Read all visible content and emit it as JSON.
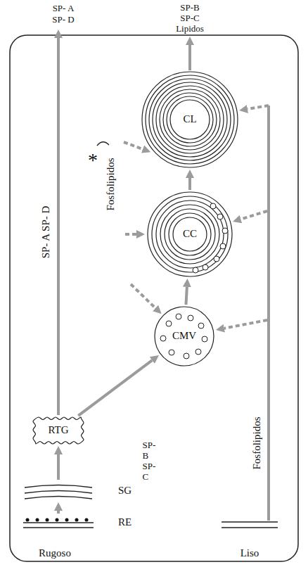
{
  "diagram": {
    "nodes": [
      {
        "text": [
          "CL"
        ]
      },
      {
        "text": [
          "CC"
        ]
      },
      {
        "text": [
          "CMV"
        ]
      },
      {
        "text": [
          "RTG"
        ]
      },
      {
        "text": [
          "SG"
        ]
      },
      {
        "text": [
          "RE"
        ]
      }
    ],
    "edges": [
      {
        "from": 5,
        "to": 4,
        "arrow": "to"
      },
      {
        "from": 4,
        "to": 3,
        "arrow": "to"
      },
      {
        "from": 3,
        "to": 2,
        "arrow": "to",
        "label": "SP-B SP-C"
      },
      {
        "from": 2,
        "to": 1,
        "arrow": "to"
      },
      {
        "from": 1,
        "to": 0,
        "arrow": "to"
      }
    ],
    "labels": [
      "SP- A",
      "SP- D",
      "SP-B",
      "SP-C",
      "Lipidos",
      "SP- A SP- D",
      "*",
      "Fosfolipidos",
      "Fosfolipidos",
      "Rugoso",
      "Liso"
    ]
  }
}
